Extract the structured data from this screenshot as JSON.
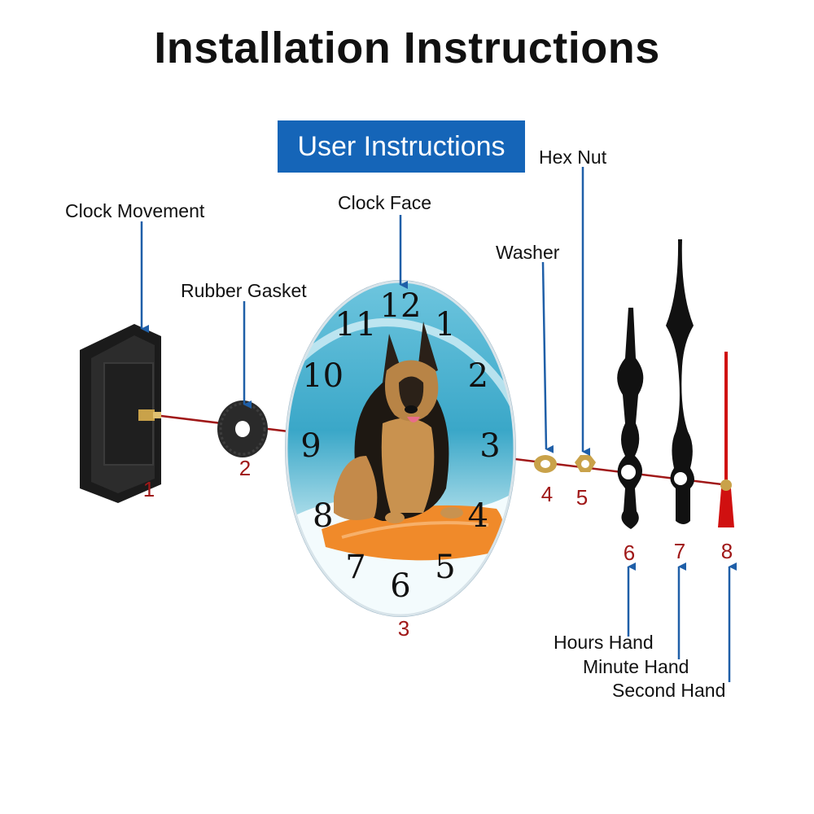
{
  "title": "Installation Instructions",
  "subtitle": "User Instructions",
  "parts": [
    {
      "number": "1",
      "label": "Clock Movement"
    },
    {
      "number": "2",
      "label": "Rubber Gasket"
    },
    {
      "number": "3",
      "label": "Clock Face"
    },
    {
      "number": "4",
      "label": "Washer"
    },
    {
      "number": "5",
      "label": "Hex Nut"
    },
    {
      "number": "6",
      "label": "Hours Hand"
    },
    {
      "number": "7",
      "label": "Minute Hand"
    },
    {
      "number": "8",
      "label": "Second Hand"
    }
  ],
  "dial_numerals": [
    "12",
    "1",
    "2",
    "3",
    "4",
    "5",
    "6",
    "7",
    "8",
    "9",
    "10",
    "11"
  ],
  "colors": {
    "accent": "#1565b8",
    "arrow": "#1f5fa8",
    "number": "#a01818",
    "axis": "#a01818",
    "second_hand": "#d01010"
  }
}
